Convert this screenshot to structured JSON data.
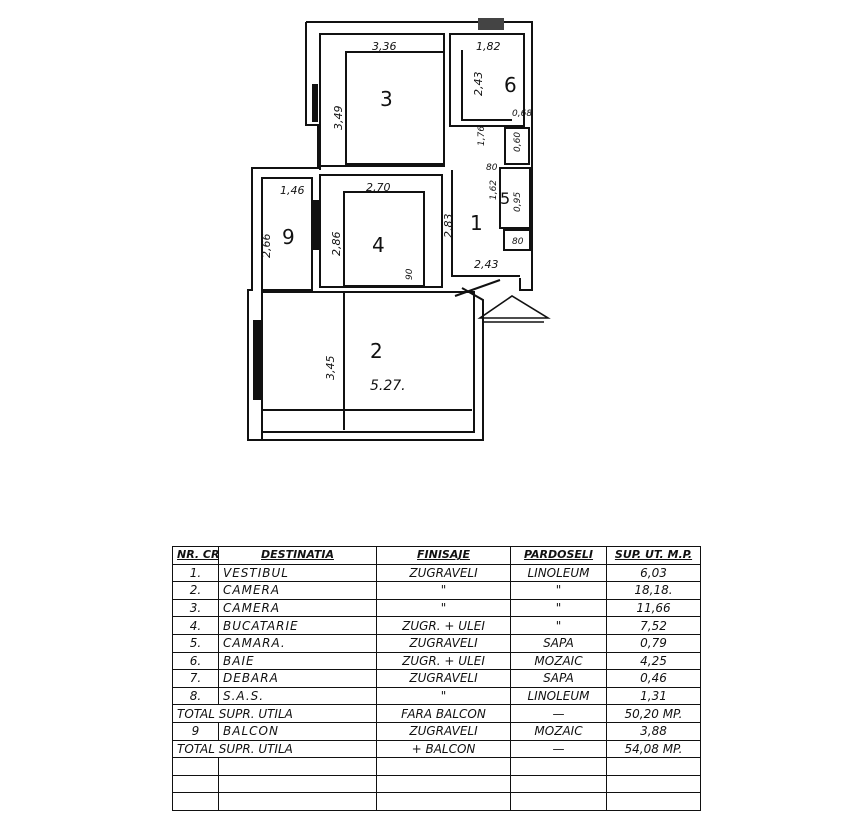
{
  "plan": {
    "rooms": [
      {
        "id": "1",
        "label": "1"
      },
      {
        "id": "2",
        "label": "2"
      },
      {
        "id": "3",
        "label": "3"
      },
      {
        "id": "4",
        "label": "4"
      },
      {
        "id": "5",
        "label": "5"
      },
      {
        "id": "6",
        "label": "6"
      },
      {
        "id": "9",
        "label": "9"
      }
    ],
    "dims": {
      "d336": "3,36",
      "d182": "1,82",
      "d243v": "2,43",
      "d349": "3,49",
      "d146": "1,46",
      "d270": "2,70",
      "d266": "2,66",
      "d286": "2,86",
      "d283": "2,83",
      "d243h": "2,43",
      "d345": "3,45",
      "d527": "5.27.",
      "d162": "1,62",
      "d095": "0,95",
      "d068": "0,68",
      "d080a": "80",
      "d080b": "80",
      "d090": "90",
      "d176": "1,76",
      "d060": "0,60"
    }
  },
  "table": {
    "headers": [
      "NR. CRT.",
      "DESTINATIA",
      "FINISAJE",
      "PARDOSELI",
      "SUP. UT. M.P."
    ],
    "rows": [
      {
        "nr": "1.",
        "dest": "VESTIBUL",
        "fin": "ZUGRAVELI",
        "pard": "LINOLEUM",
        "sup": "6,03"
      },
      {
        "nr": "2.",
        "dest": "CAMERA",
        "fin": "\"",
        "pard": "\"",
        "sup": "18,18."
      },
      {
        "nr": "3.",
        "dest": "CAMERA",
        "fin": "\"",
        "pard": "\"",
        "sup": "11,66"
      },
      {
        "nr": "4.",
        "dest": "BUCATARIE",
        "fin": "ZUGR. + ULEI",
        "pard": "\"",
        "sup": "7,52"
      },
      {
        "nr": "5.",
        "dest": "CAMARA.",
        "fin": "ZUGRAVELI",
        "pard": "SAPA",
        "sup": "0,79"
      },
      {
        "nr": "6.",
        "dest": "BAIE",
        "fin": "ZUGR. + ULEI",
        "pard": "MOZAIC",
        "sup": "4,25"
      },
      {
        "nr": "7.",
        "dest": "DEBARA",
        "fin": "ZUGRAVELI",
        "pard": "SAPA",
        "sup": "0,46"
      },
      {
        "nr": "8.",
        "dest": "S.A.S.",
        "fin": "\"",
        "pard": "LINOLEUM",
        "sup": "1,31"
      }
    ],
    "total1": {
      "label": "TOTAL SUPR. UTILA",
      "mid": "FARA BALCON",
      "dash": "—",
      "sup": "50,20 MP."
    },
    "balcon": {
      "nr": "9",
      "dest": "BALCON",
      "fin": "ZUGRAVELI",
      "pard": "MOZAIC",
      "sup": "3,88"
    },
    "total2": {
      "label": "TOTAL SUPR. UTILA",
      "mid": "+ BALCON",
      "dash": "—",
      "sup": "54,08 MP."
    }
  }
}
